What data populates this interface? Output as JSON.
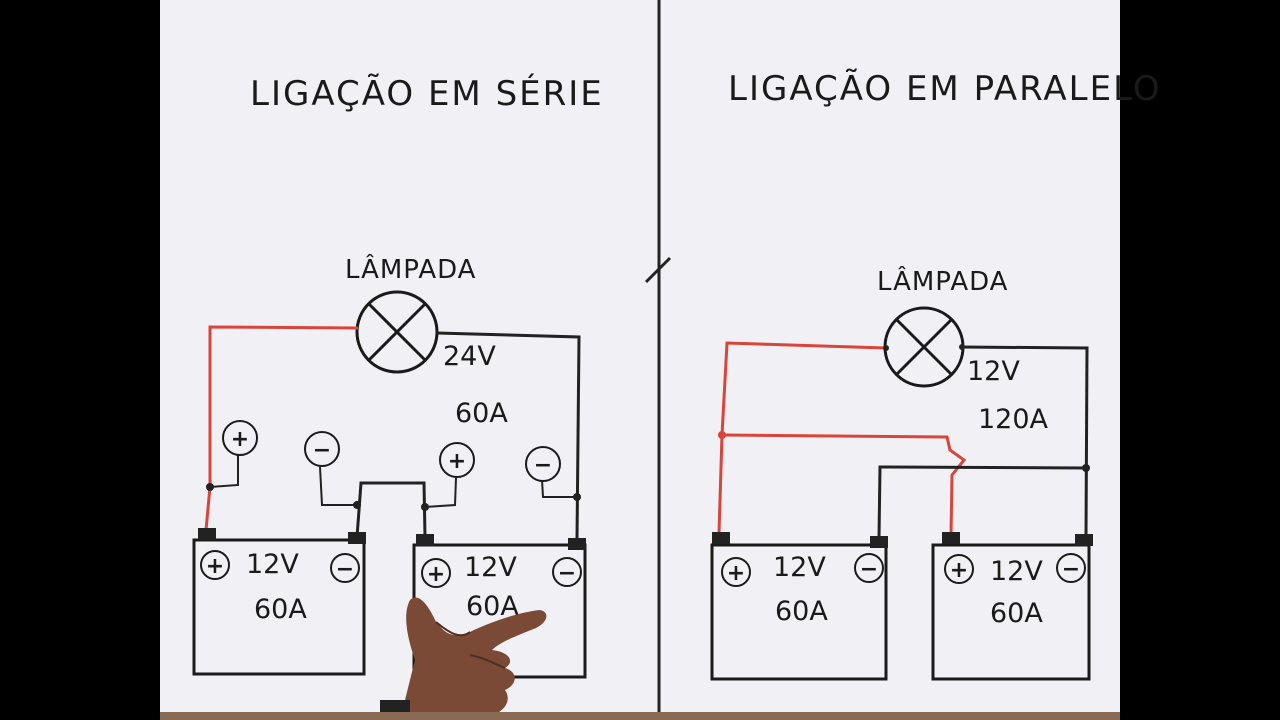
{
  "colors": {
    "board": "#f1f0f4",
    "ink": "#1a1a1a",
    "wire_red": "#d9453a",
    "wire_black": "#222222",
    "skin": "#7a4a36"
  },
  "icons": [
    "lamp-icon",
    "plus-terminal-icon",
    "minus-terminal-icon",
    "hand-image"
  ],
  "series": {
    "title": "LIGAÇÃO EM SÉRIE",
    "lamp_label": "LÂMPADA",
    "voltage": "24V",
    "current": "60A",
    "battery_1": {
      "plus": "+",
      "minus": "−",
      "voltage": "12V",
      "current": "60A"
    },
    "battery_2": {
      "plus": "+",
      "minus": "−",
      "voltage": "12V",
      "current": "60A"
    },
    "signs": [
      "+",
      "−",
      "+",
      "−"
    ]
  },
  "parallel": {
    "title": "LIGAÇÃO EM PARALELO",
    "lamp_label": "LÂMPADA",
    "voltage": "12V",
    "current": "120A",
    "battery_1": {
      "plus": "+",
      "minus": "−",
      "voltage": "12V",
      "current": "60A"
    },
    "battery_2": {
      "plus": "+",
      "minus": "−",
      "voltage": "12V",
      "current": "60A"
    }
  }
}
